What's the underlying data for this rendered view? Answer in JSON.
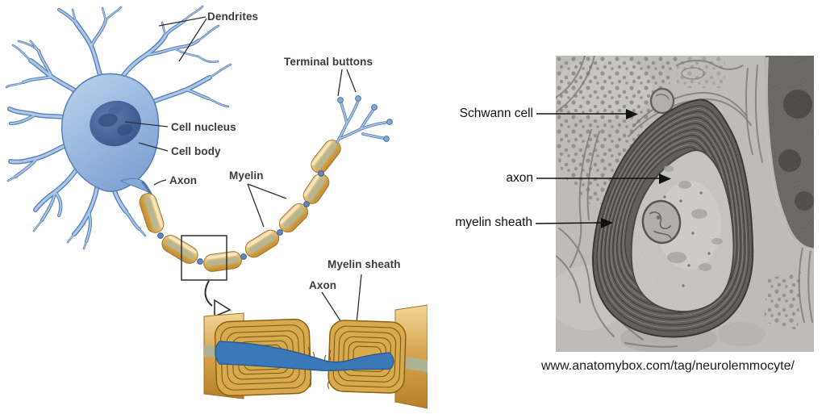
{
  "figure": {
    "neuron_labels": {
      "dendrites": "Dendrites",
      "terminal_buttons": "Terminal buttons",
      "cell_nucleus": "Cell nucleus",
      "cell_body": "Cell body",
      "axon": "Axon",
      "myelin": "Myelin",
      "myelin_sheath": "Myelin sheath",
      "axon_closeup": "Axon"
    },
    "micrograph_labels": {
      "schwann_cell": "Schwann cell",
      "axon": "axon",
      "myelin_sheath": "myelin sheath"
    },
    "caption": "www.anatomybox.com/tag/neurolemmocyte/",
    "colors": {
      "neuron_fill": "#a9c6e8",
      "neuron_outline": "#5a82b8",
      "nucleus_blue": "#3c5a92",
      "myelin_tan": "#d9a94e",
      "myelin_wrap_line": "#7d5a14",
      "axon_blue": "#3a78b8",
      "em_background": "#c9c6c1",
      "label_color": "#3c3c3c"
    }
  }
}
